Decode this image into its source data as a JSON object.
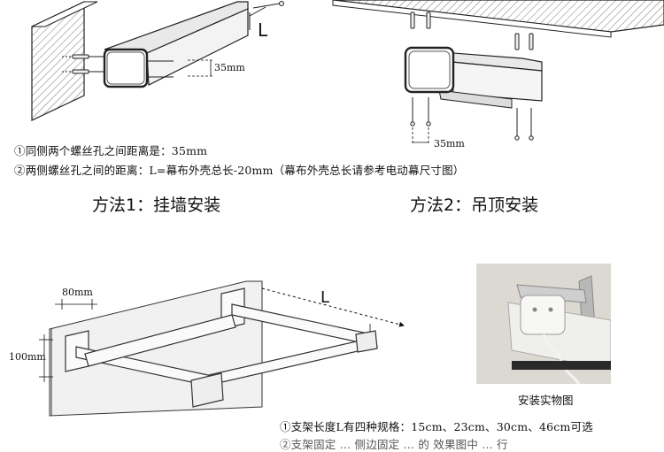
{
  "wall_mount": {
    "dim_L": "L",
    "dim_35": "35mm"
  },
  "ceiling_mount": {
    "dim_35": "35mm"
  },
  "notes": {
    "line1": "①同侧两个螺丝孔之间距离是：35mm",
    "line2": "②两侧螺丝孔之间的距离：L=幕布外壳总长-20mm（幕布外壳总长请参考电动幕尺寸图）"
  },
  "methods": {
    "method1": "方法1：挂墙安装",
    "method2": "方法2：吊顶安装"
  },
  "bracket": {
    "dim_80": "80mm",
    "dim_100": "100mm",
    "dim_L": "L",
    "note1": "①支架长度L有四种规格：15cm、23cm、30cm、46cm可选",
    "note2_partial": "②支架固定  …  侧边固定  …  的 效果图中  …  行"
  },
  "photo": {
    "caption": "安装实物图"
  }
}
